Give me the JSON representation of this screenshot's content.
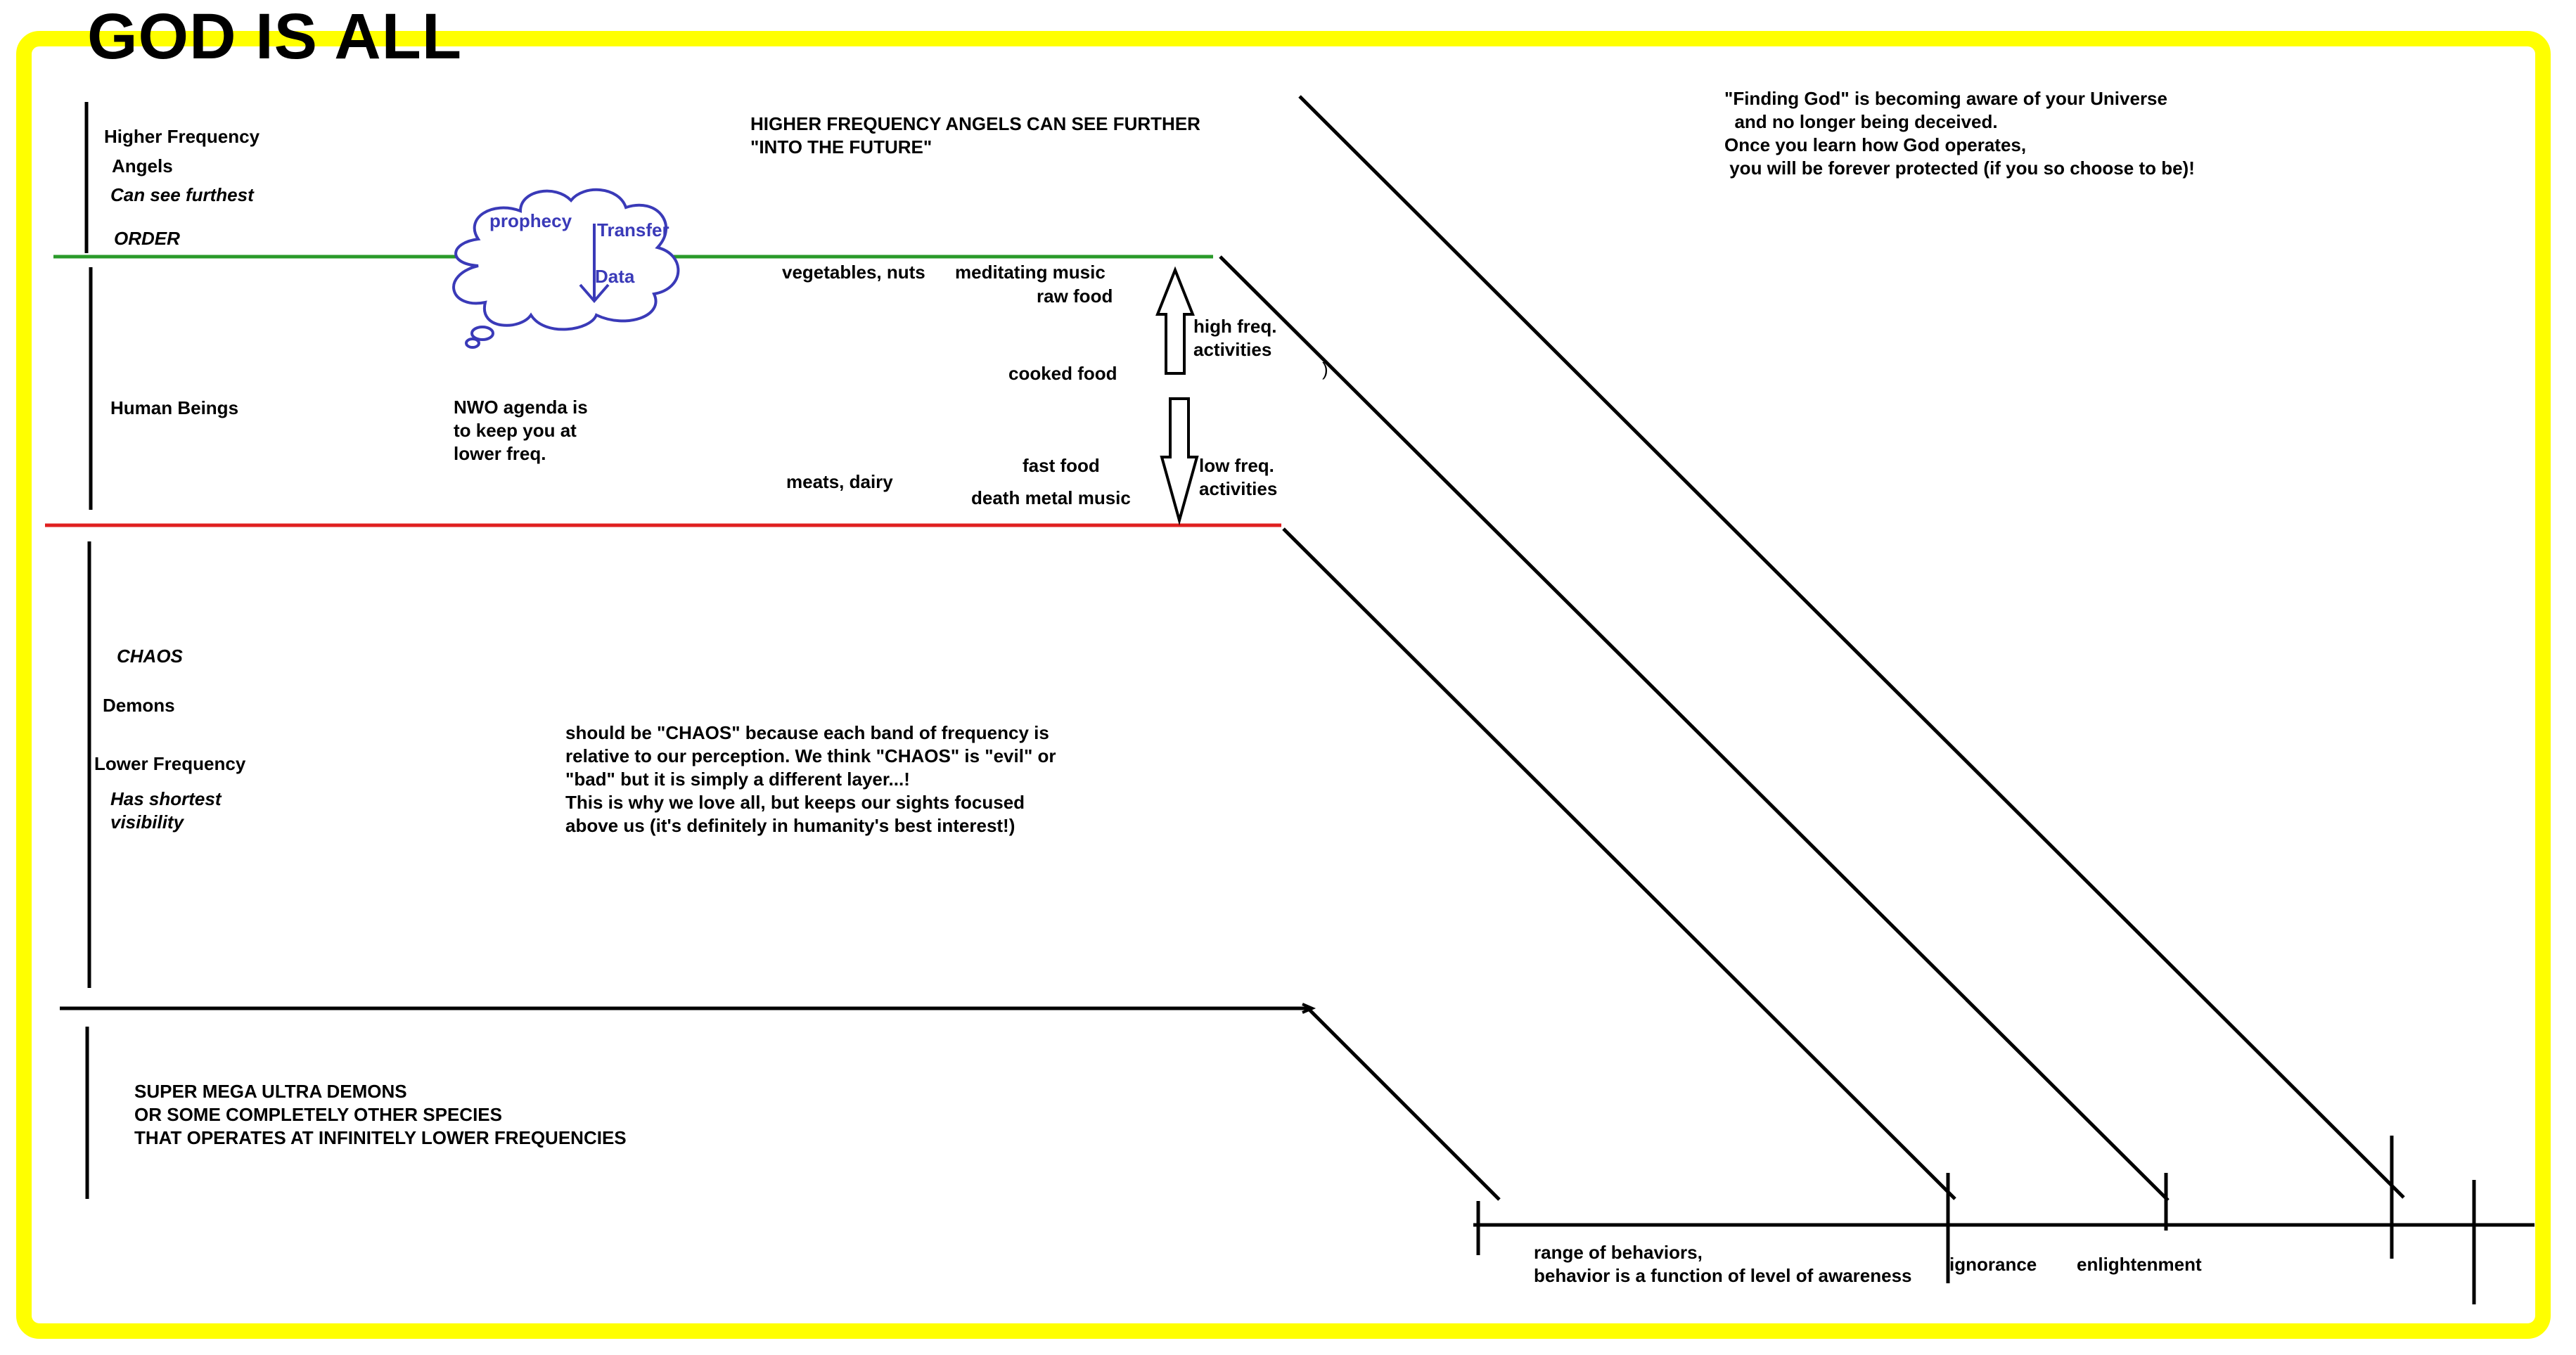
{
  "title": "GOD IS ALL",
  "colors": {
    "frame": "#ffff00",
    "order_line": "#2a9a2a",
    "chaos_line": "#e02020",
    "cloud": "#3a3ab8",
    "ink": "#000000"
  },
  "left_labels": {
    "higher_frequency": "Higher Frequency",
    "angels": "Angels",
    "can_see_furthest": "Can see furthest",
    "order": "ORDER",
    "human_beings": "Human Beings",
    "chaos": "CHAOS",
    "demons": "Demons",
    "lower_frequency": "Lower Frequency",
    "has_shortest_visibility": "Has shortest\nvisibility",
    "super_mega": "SUPER MEGA ULTRA DEMONS\nOR SOME COMPLETELY OTHER SPECIES\nTHAT OPERATES AT INFINITELY LOWER FREQUENCIES"
  },
  "cloud": {
    "prophecy": "prophecy",
    "transfer": "Transfer",
    "data": "Data"
  },
  "notes": {
    "higher_angels": "HIGHER FREQUENCY ANGELS CAN SEE FURTHER\n\"INTO THE FUTURE\"",
    "nwo": "NWO agenda is\nto keep you at\nlower freq.",
    "chaos_note": "should be \"CHAOS\" because each band of frequency is\nrelative to our perception. We think \"CHAOS\" is \"evil\" or\n\"bad\" but it is simply a different layer...!\nThis is why we love all, but keeps our sights focused\nabove us (it's definitely in humanity's best interest!)",
    "finding_god": "\"Finding God\" is becoming aware of your Universe\n  and no longer being deceived.\nOnce you learn how God operates,\n you will be forever protected (if you so choose to be)!"
  },
  "items": {
    "vegetables": "vegetables, nuts",
    "meditating": "meditating music",
    "raw_food": "raw food",
    "cooked_food": "cooked food",
    "fast_food": "fast food",
    "meats_dairy": "meats, dairy",
    "death_metal": "death metal music",
    "high_freq": "high freq.\nactivities",
    "low_freq": "low freq.\nactivities",
    "paren": ")"
  },
  "axis": {
    "range_label": "range of behaviors,\nbehavior is a function of level of awareness",
    "ignorance": "ignorance",
    "enlightenment": "enlightenment"
  }
}
